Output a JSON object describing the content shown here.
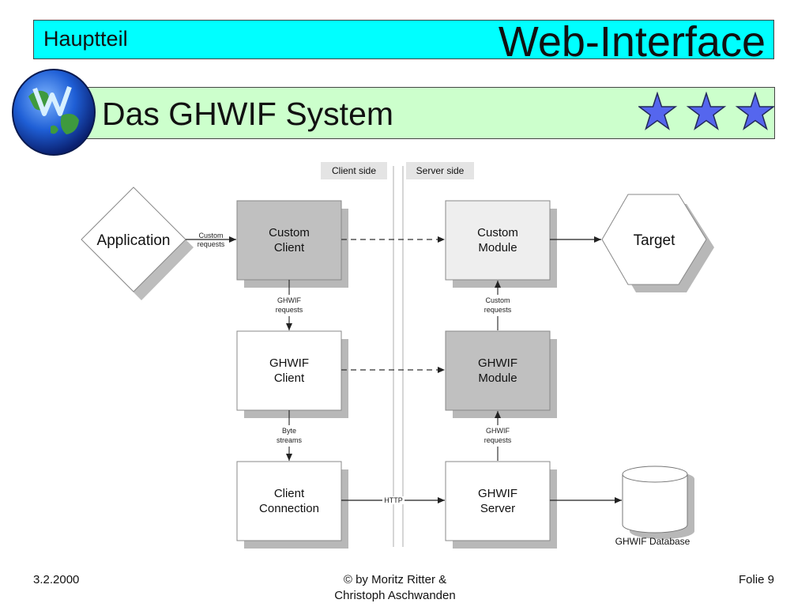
{
  "header": {
    "section": "Hauptteil",
    "deck_title": "Web-Interface"
  },
  "slide": {
    "title": "Das GHWIF System"
  },
  "diagram": {
    "client_side_label": "Client side",
    "server_side_label": "Server side",
    "application": "Application",
    "custom_requests_1": "Custom",
    "custom_requests_2": "requests",
    "custom_client_1": "Custom",
    "custom_client_2": "Client",
    "custom_module_1": "Custom",
    "custom_module_2": "Module",
    "target": "Target",
    "ghwif_requests_left_1": "GHWIF",
    "ghwif_requests_left_2": "requests",
    "custom_requests_right_1": "Custom",
    "custom_requests_right_2": "requests",
    "ghwif_client_1": "GHWIF",
    "ghwif_client_2": "Client",
    "ghwif_module_1": "GHWIF",
    "ghwif_module_2": "Module",
    "byte_streams_1": "Byte",
    "byte_streams_2": "streams",
    "ghwif_requests_right_1": "GHWIF",
    "ghwif_requests_right_2": "requests",
    "client_connection_1": "Client",
    "client_connection_2": "Connection",
    "http": "HTTP",
    "ghwif_server_1": "GHWIF",
    "ghwif_server_2": "Server",
    "ghwif_database": "GHWIF Database"
  },
  "footer": {
    "date": "3.2.2000",
    "copyright_1": "© by Moritz Ritter &",
    "copyright_2": "Christoph Aschwanden",
    "slide_number": "Folie 9"
  },
  "colors": {
    "header_bg": "#00ffff",
    "title_bg": "#ccffcc",
    "star": "#5566ee",
    "box_dark": "#c0c0c0",
    "box_light": "#eeeeee",
    "box_white": "#ffffff",
    "shadow": "#b8b8b8"
  },
  "icons": {
    "globe": "globe-icon",
    "stars": "star-icon"
  }
}
